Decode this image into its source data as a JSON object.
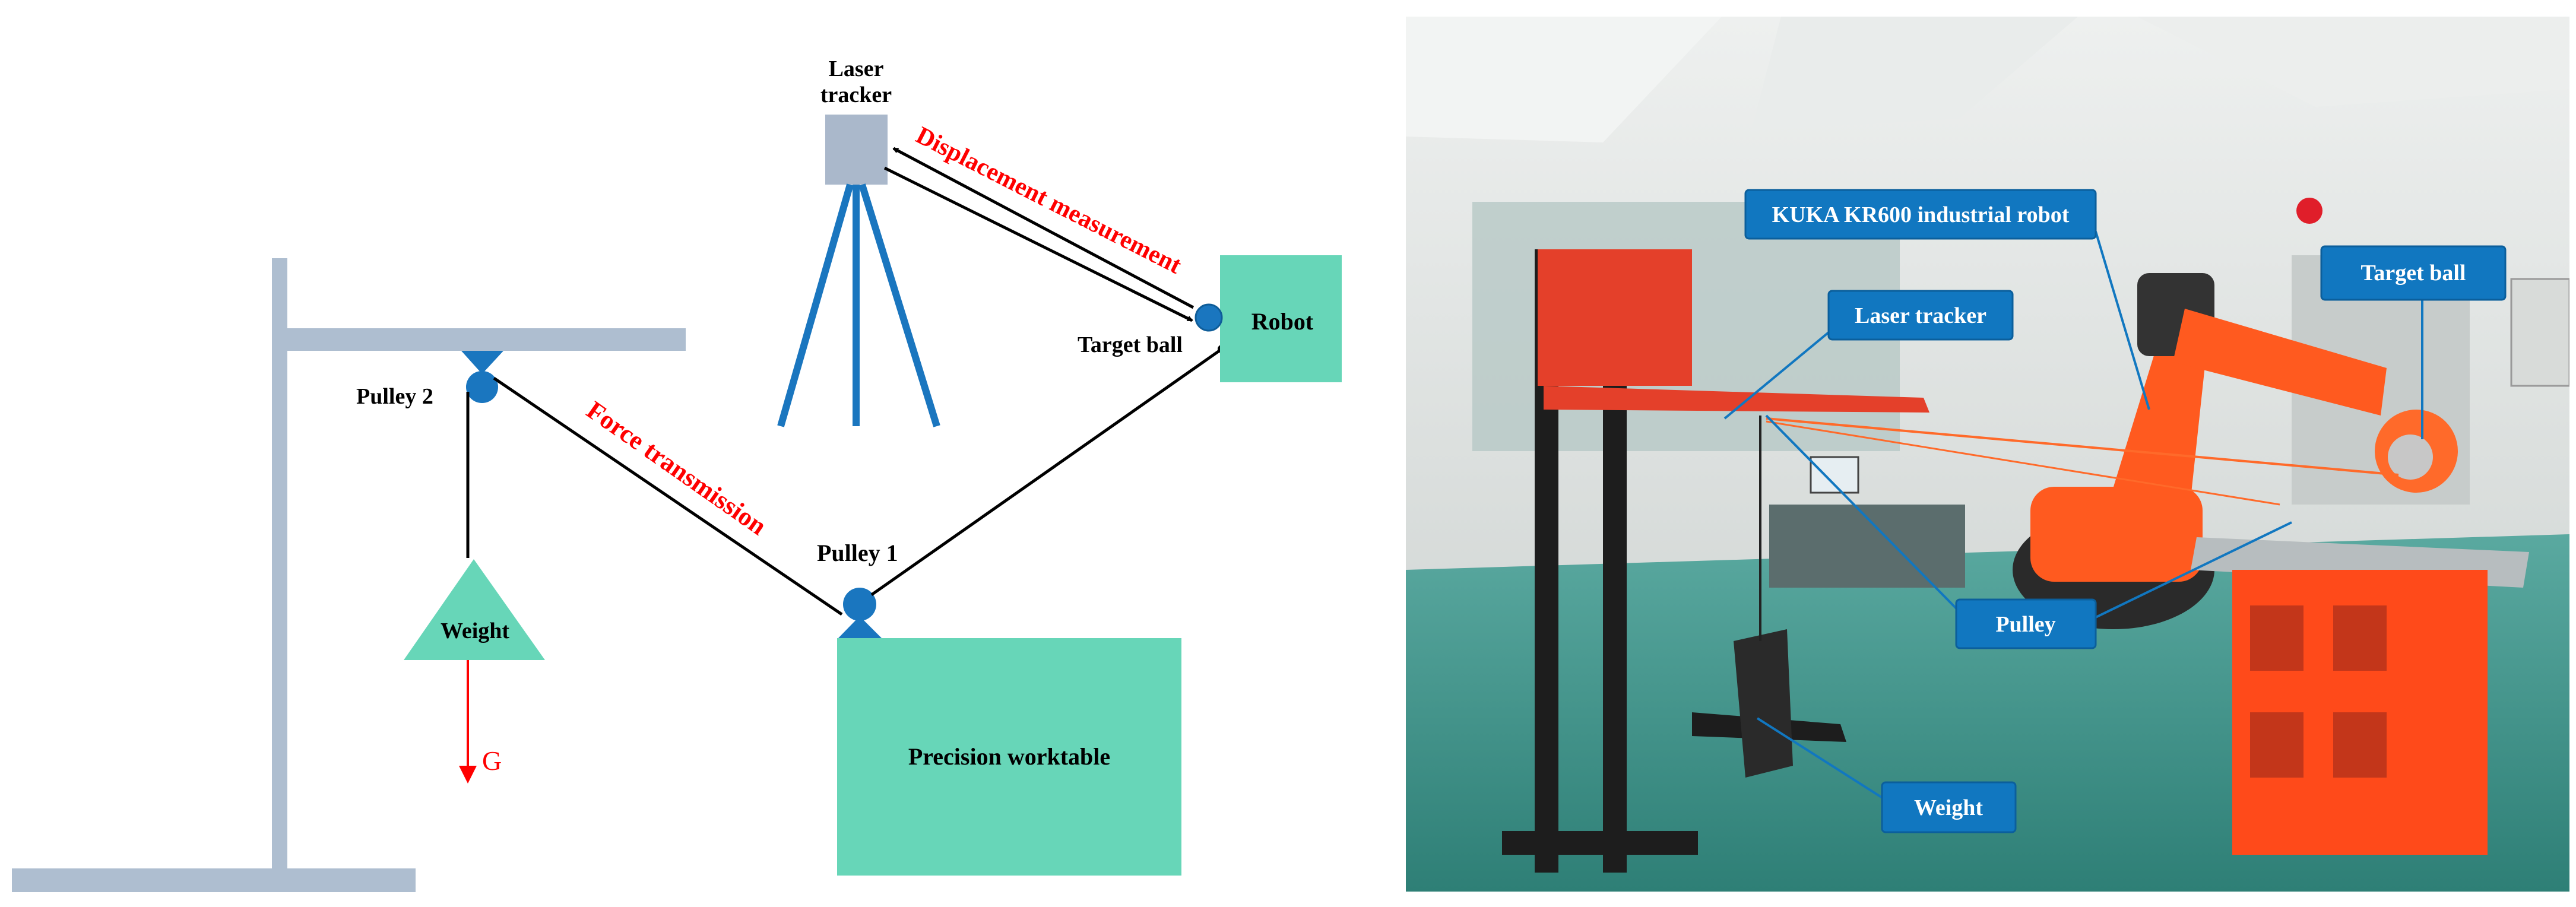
{
  "colors": {
    "beam": "#aebed0",
    "teal": "#67d6b8",
    "blue": "#1a76bf",
    "dark_blue": "#0f5d99",
    "tracker_box": "#aab8cb",
    "red": "#ff0000",
    "black": "#000000",
    "callout_bg": "#1177c0",
    "callout_border": "#0b5f9c",
    "callout_text": "#ffffff",
    "photo_floor": "#3f9a8f",
    "photo_wall": "#d9dcdc",
    "robot_orange": "#ff5a1f"
  },
  "diagram": {
    "laser_tracker_label_line1": "Laser",
    "laser_tracker_label_line2": "tracker",
    "displacement_label": "Displacement measurement",
    "robot_label": "Robot",
    "target_ball_label": "Target ball",
    "pulley2_label": "Pulley 2",
    "force_label": "Force transmission",
    "pulley1_label": "Pulley 1",
    "weight_label": "Weight",
    "g_label": "G",
    "worktable_label": "Precision worktable"
  },
  "photo": {
    "callouts": {
      "kuka": "KUKA KR600 industrial robot",
      "laser_tracker": "Laser tracker",
      "target_ball": "Target ball",
      "pulley": "Pulley",
      "weight": "Weight"
    }
  }
}
